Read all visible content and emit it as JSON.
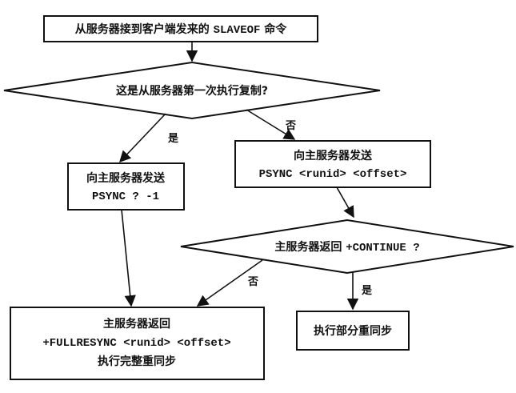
{
  "nodes": {
    "start": {
      "prefix": "从服务器接到客户端发来的 ",
      "code": "SLAVEOF",
      "suffix": " 命令"
    },
    "first_time_decision": {
      "text": "这是从服务器第一次执行复制?"
    },
    "send_full": {
      "line1": "向主服务器发送",
      "line2": "PSYNC ? -1"
    },
    "send_partial": {
      "line1": "向主服务器发送",
      "line2": "PSYNC <runid> <offset>"
    },
    "continue_decision": {
      "text": "主服务器返回 ",
      "code": "+CONTINUE ?"
    },
    "full_resync": {
      "line1": "主服务器返回",
      "line2": "+FULLRESYNC <runid> <offset>",
      "line3": "执行完整重同步"
    },
    "partial_resync": {
      "text": "执行部分重同步"
    }
  },
  "edge_labels": {
    "first_yes": "是",
    "first_no": "否",
    "continue_no": "否",
    "continue_yes": "是"
  }
}
